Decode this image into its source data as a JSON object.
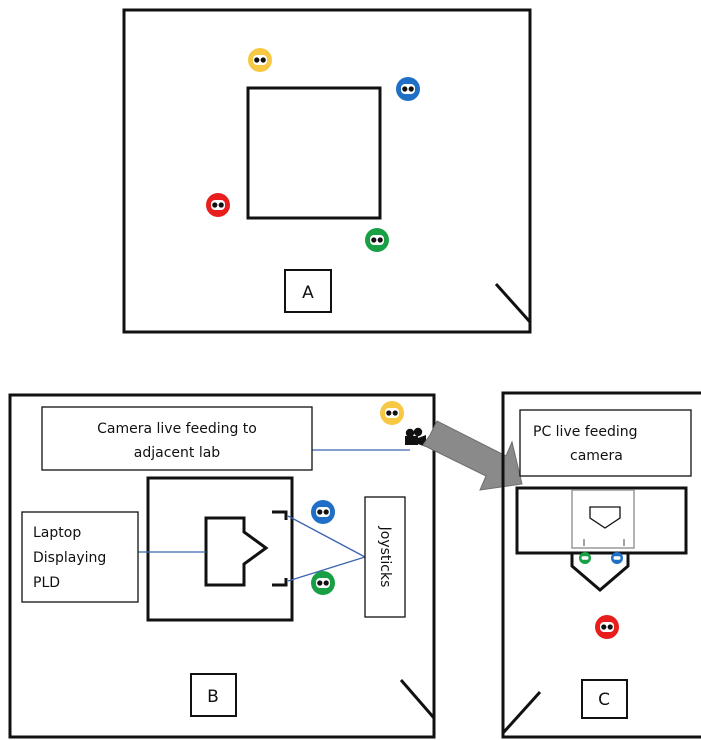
{
  "rooms": {
    "a": {
      "label": "A"
    },
    "b": {
      "label": "B"
    },
    "c": {
      "label": "C"
    }
  },
  "callouts": {
    "camera_feed": {
      "line1": "Camera live feeding to",
      "line2": "adjacent lab"
    },
    "laptop": {
      "line1": "Laptop",
      "line2": "Displaying",
      "line3": "PLD"
    },
    "joysticks": {
      "label": "Joysticks"
    },
    "pc_feed": {
      "line1": "PC live feeding",
      "line2": "camera"
    }
  },
  "colors": {
    "yellow": "#f7c843",
    "blue": "#1f6fc6",
    "red": "#e81d1d",
    "green": "#19a044",
    "arrow": "#8a8a8a",
    "leader_line": "#3c63b3"
  }
}
